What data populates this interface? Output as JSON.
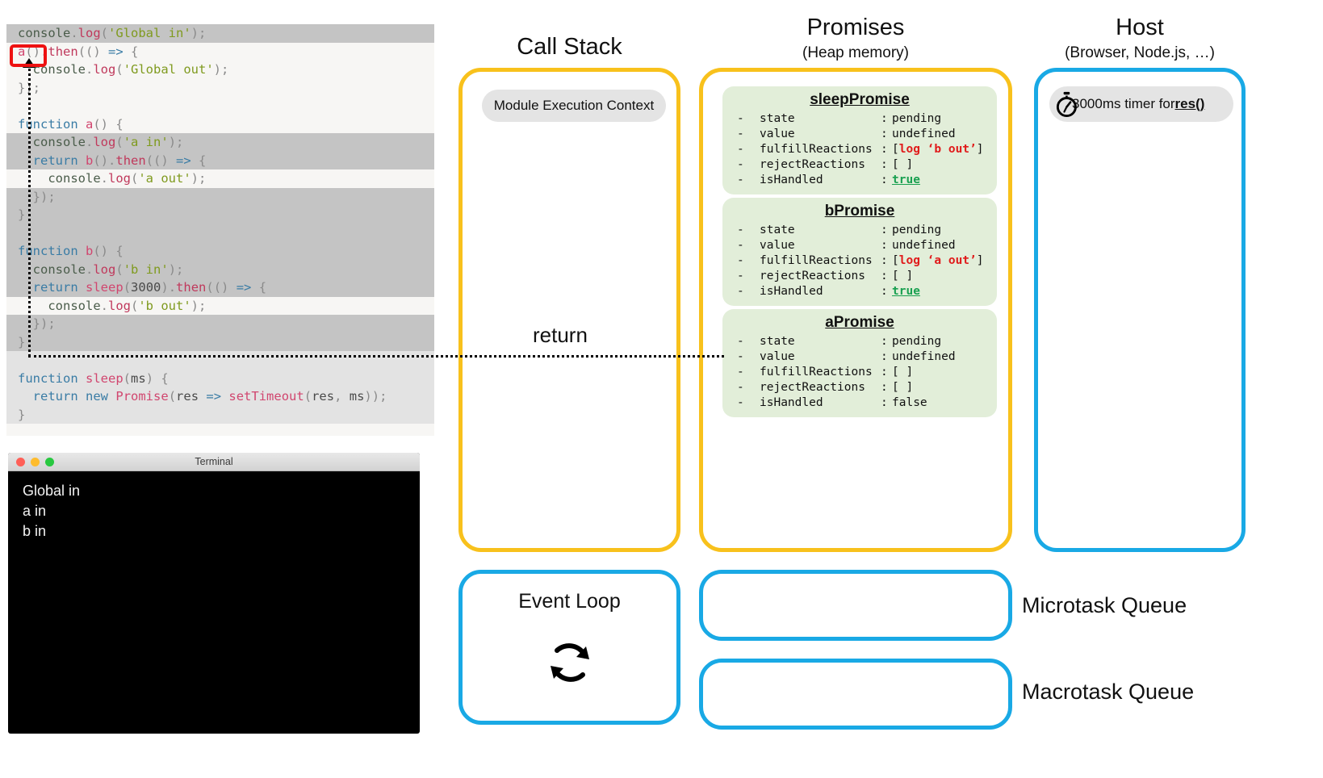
{
  "code": {
    "lines": [
      {
        "style": "hl",
        "html": "<span class='tok-obj'>console</span><span class='tok-punct'>.</span><span class='tok-prop'>log</span><span class='tok-punct'>(</span><span class='tok-str'>'Global in'</span><span class='tok-punct'>);</span>"
      },
      {
        "style": "dim",
        "html": "<span class='tok-fn'>a</span><span class='tok-punct'>()</span><span class='tok-punct'>.</span><span class='tok-prop'>then</span><span class='tok-punct'>((</span><span class='tok-punct'>) </span><span class='tok-arrow'>=&gt;</span><span class='tok-punct'> {</span>"
      },
      {
        "style": "dim",
        "html": "  <span class='tok-obj'>console</span><span class='tok-punct'>.</span><span class='tok-prop'>log</span><span class='tok-punct'>(</span><span class='tok-str'>'Global out'</span><span class='tok-punct'>);</span>"
      },
      {
        "style": "dim",
        "html": "<span class='tok-punct'>});</span>"
      },
      {
        "style": "dim",
        "html": ""
      },
      {
        "style": "dim",
        "html": "<span class='tok-kw'>function</span> <span class='tok-fn'>a</span><span class='tok-punct'>() {</span>"
      },
      {
        "style": "hl",
        "html": "  <span class='tok-obj'>console</span><span class='tok-punct'>.</span><span class='tok-prop'>log</span><span class='tok-punct'>(</span><span class='tok-str'>'a in'</span><span class='tok-punct'>);</span>"
      },
      {
        "style": "hl",
        "html": "  <span class='tok-kw'>return</span> <span class='tok-fn'>b</span><span class='tok-punct'>().</span><span class='tok-prop'>then</span><span class='tok-punct'>(() </span><span class='tok-arrow'>=&gt;</span><span class='tok-punct'> {</span>"
      },
      {
        "style": "dim",
        "html": "    <span class='tok-obj'>console</span><span class='tok-punct'>.</span><span class='tok-prop'>log</span><span class='tok-punct'>(</span><span class='tok-str'>'a out'</span><span class='tok-punct'>);</span>"
      },
      {
        "style": "hl",
        "html": "  <span class='tok-punct'>});</span>"
      },
      {
        "style": "hl",
        "html": "<span class='tok-punct'>}</span>"
      },
      {
        "style": "hl",
        "html": ""
      },
      {
        "style": "hl",
        "html": "<span class='tok-kw'>function</span> <span class='tok-fn'>b</span><span class='tok-punct'>() {</span>"
      },
      {
        "style": "hl",
        "html": "  <span class='tok-obj'>console</span><span class='tok-punct'>.</span><span class='tok-prop'>log</span><span class='tok-punct'>(</span><span class='tok-str'>'b in'</span><span class='tok-punct'>);</span>"
      },
      {
        "style": "hl",
        "html": "  <span class='tok-kw'>return</span> <span class='tok-fn'>sleep</span><span class='tok-punct'>(</span><span class='tok-num'>3000</span><span class='tok-punct'>).</span><span class='tok-prop'>then</span><span class='tok-punct'>(() </span><span class='tok-arrow'>=&gt;</span><span class='tok-punct'> {</span>"
      },
      {
        "style": "dim",
        "html": "    <span class='tok-obj'>console</span><span class='tok-punct'>.</span><span class='tok-prop'>log</span><span class='tok-punct'>(</span><span class='tok-str'>'b out'</span><span class='tok-punct'>);</span>"
      },
      {
        "style": "hl",
        "html": "  <span class='tok-punct'>});</span>"
      },
      {
        "style": "hl",
        "html": "<span class='tok-punct'>}</span>"
      },
      {
        "style": "plain",
        "html": ""
      },
      {
        "style": "plain",
        "html": "<span class='tok-kw'>function</span> <span class='tok-fn'>sleep</span><span class='tok-punct'>(</span><span class='tok-param'>ms</span><span class='tok-punct'>) {</span>"
      },
      {
        "style": "plain",
        "html": "  <span class='tok-kw'>return</span> <span class='tok-kw'>new</span> <span class='tok-fn'>Promise</span><span class='tok-punct'>(</span><span class='tok-param'>res</span> <span class='tok-arrow'>=&gt;</span> <span class='tok-fn'>setTimeout</span><span class='tok-punct'>(</span><span class='tok-param'>res</span><span class='tok-punct'>, </span><span class='tok-param'>ms</span><span class='tok-punct'>));</span>"
      },
      {
        "style": "plain",
        "html": "<span class='tok-punct'>}</span>"
      }
    ],
    "highlighted_call": "a()",
    "return_label": "return"
  },
  "terminal": {
    "title": "Terminal",
    "output": "Global in\na in\nb in"
  },
  "call_stack": {
    "title": "Call Stack",
    "frames": [
      "Module Execution Context"
    ]
  },
  "promises": {
    "title": "Promises",
    "subtitle": "(Heap memory)",
    "objects": [
      {
        "name": "sleepPromise",
        "rows": [
          {
            "key": "state",
            "value": "pending",
            "value_class": ""
          },
          {
            "key": "value",
            "value": "undefined",
            "value_class": ""
          },
          {
            "key": "fulfillReactions",
            "value": "[log ‘b out’]",
            "value_class": "red-bracket"
          },
          {
            "key": "rejectReactions",
            "value": "[ ]",
            "value_class": ""
          },
          {
            "key": "isHandled",
            "value": "true",
            "value_class": "true"
          }
        ]
      },
      {
        "name": "bPromise",
        "rows": [
          {
            "key": "state",
            "value": "pending",
            "value_class": ""
          },
          {
            "key": "value",
            "value": "undefined",
            "value_class": ""
          },
          {
            "key": "fulfillReactions",
            "value": "[log ‘a out’]",
            "value_class": "red-bracket"
          },
          {
            "key": "rejectReactions",
            "value": "[ ]",
            "value_class": ""
          },
          {
            "key": "isHandled",
            "value": "true",
            "value_class": "true"
          }
        ]
      },
      {
        "name": "aPromise",
        "rows": [
          {
            "key": "state",
            "value": "pending",
            "value_class": ""
          },
          {
            "key": "value",
            "value": "undefined",
            "value_class": ""
          },
          {
            "key": "fulfillReactions",
            "value": "[ ]",
            "value_class": ""
          },
          {
            "key": "rejectReactions",
            "value": "[ ]",
            "value_class": ""
          },
          {
            "key": "isHandled",
            "value": "false",
            "value_class": ""
          }
        ]
      }
    ]
  },
  "host": {
    "title": "Host",
    "subtitle": "(Browser, Node.js, …)",
    "timer_text": "3000ms timer for ",
    "timer_callback": "res()",
    "icon": "stopwatch-icon"
  },
  "event_loop": {
    "title": "Event Loop",
    "icon": "refresh-cycle-icon"
  },
  "queues": {
    "microtask_label": "Microtask Queue",
    "macrotask_label": "Macrotask Queue",
    "microtask_items": [],
    "macrotask_items": []
  },
  "colors": {
    "gold": "#f8c11c",
    "blue": "#19a9e5",
    "promise_card": "#e2eed9",
    "highlight_red": "#ee1111",
    "true_green": "#19a050",
    "reaction_red": "#e01b1b"
  }
}
